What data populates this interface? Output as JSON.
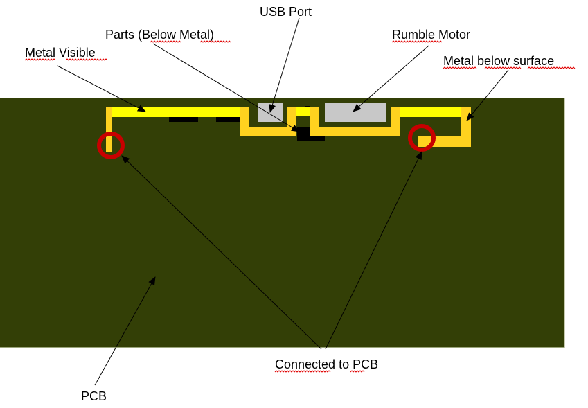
{
  "diagram": {
    "title": "",
    "colors": {
      "pcb": "#333f06",
      "pcb_edge": "#9aa47a",
      "metal_visible": "#ffff00",
      "metal_below": "#ffd21f",
      "part": "#000000",
      "component": "#c8c8c8",
      "connection_ring": "#c80000",
      "background": "#ffffff",
      "text": "#000000",
      "spellcheck": "#e00000"
    },
    "labels": {
      "usb_port": "USB Port",
      "parts_below_metal": "Parts (Below Metal)",
      "rumble_motor": "Rumble Motor",
      "metal_visible": "Metal Visible",
      "metal_below_surface": "Metal below surface",
      "connected_to_pcb": "Connected to PCB",
      "pcb": "PCB"
    },
    "components": [
      {
        "id": "usb-port",
        "name": "USB Port",
        "kind": "component"
      },
      {
        "id": "rumble-motor",
        "name": "Rumble Motor",
        "kind": "component"
      },
      {
        "id": "parts",
        "name": "Parts (Below Metal)",
        "kind": "part"
      },
      {
        "id": "metal-trace",
        "name": "Metal",
        "kind": "trace"
      },
      {
        "id": "pcb",
        "name": "PCB",
        "kind": "board"
      }
    ],
    "connections": [
      {
        "id": "left",
        "label": "Connected to PCB"
      },
      {
        "id": "right",
        "label": "Connected to PCB"
      }
    ]
  }
}
